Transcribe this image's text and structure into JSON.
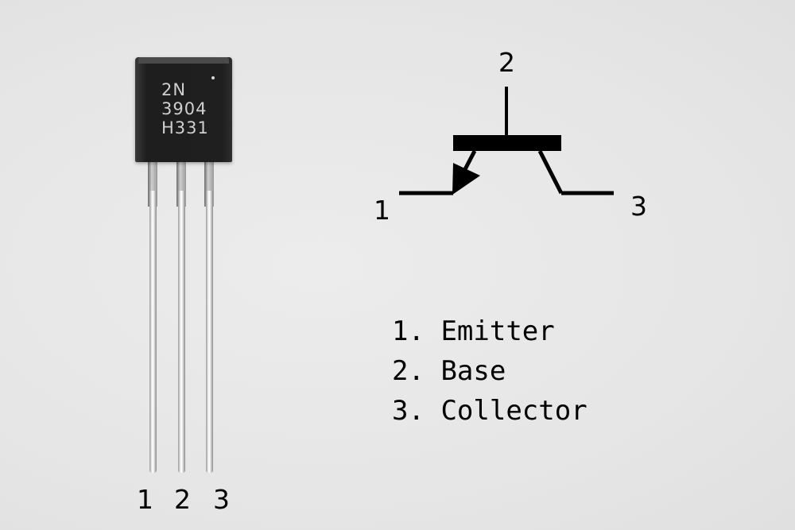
{
  "component": {
    "marking_lines": [
      "2N",
      "3904",
      "H331"
    ],
    "pin_labels": [
      "1",
      "2",
      "3"
    ]
  },
  "symbol": {
    "type": "NPN transistor schematic",
    "pin_labels": {
      "base": "2",
      "emitter": "1",
      "collector": "3"
    }
  },
  "legend": {
    "items": [
      {
        "number": "1.",
        "name": "Emitter"
      },
      {
        "number": "2.",
        "name": "Base"
      },
      {
        "number": "3.",
        "name": "Collector"
      }
    ]
  },
  "colors": {
    "background": "#e8e8e8",
    "ink": "#000000",
    "package": "#1f1f1f",
    "marking": "#cfcfcf"
  }
}
